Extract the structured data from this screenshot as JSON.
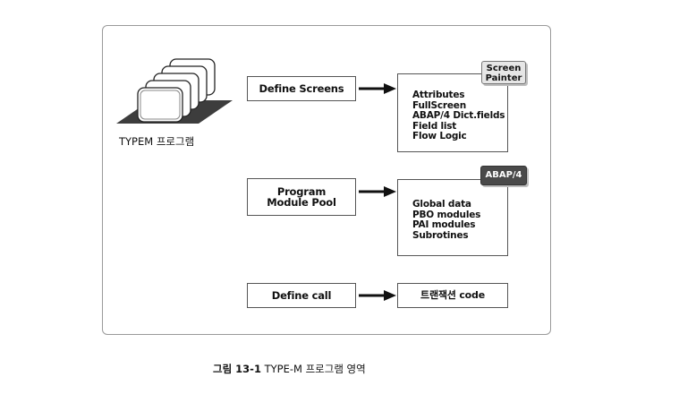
{
  "program_stack": {
    "label": "TYPEM 프로그램",
    "icon": "program-stack-icon"
  },
  "rows": [
    {
      "source": "Define Screens",
      "tag": "Screen\nPainter",
      "items": [
        "Attributes",
        "FullScreen",
        "ABAP/4 Dict.fields",
        "Field list",
        "Flow Logic"
      ]
    },
    {
      "source": "Program\nModule Pool",
      "tag": "ABAP/4",
      "items": [
        "Global data",
        "PBO modules",
        "PAI modules",
        "Subrotines"
      ]
    },
    {
      "source": "Define call",
      "target": "트랜잭션 code"
    }
  ],
  "caption": {
    "figure": "그림 13-1",
    "text": "TYPE-M 프로그램 영역"
  },
  "colors": {
    "border": "#555555",
    "frame": "#9a9a9a",
    "dark_tag": "#4a4a4a",
    "light_tag": "#e6e6e6"
  }
}
